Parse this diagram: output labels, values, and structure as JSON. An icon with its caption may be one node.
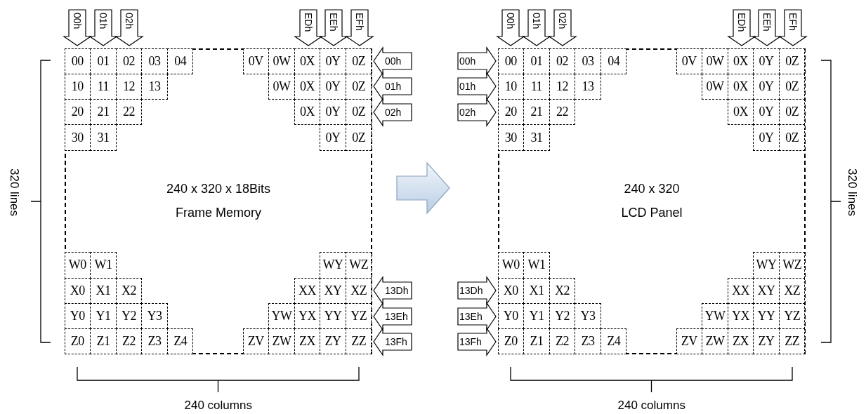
{
  "diagram": {
    "nodes": [
      {
        "text": [
          "00h"
        ]
      },
      {
        "text": [
          "01h"
        ]
      },
      {
        "text": [
          "02h"
        ]
      },
      {
        "text": [
          "EDh"
        ]
      },
      {
        "text": [
          "EEh"
        ]
      },
      {
        "text": [
          "EFh"
        ]
      },
      {
        "text": [
          "240 x 320 x 18Bits",
          "Frame Memory"
        ]
      },
      {
        "text": [
          "00"
        ],
        "in": 6
      },
      {
        "text": [
          "01"
        ],
        "in": 6
      },
      {
        "text": [
          "02"
        ],
        "in": 6
      },
      {
        "text": [
          "03"
        ],
        "in": 6
      },
      {
        "text": [
          "04"
        ],
        "in": 6
      },
      {
        "text": [
          "0V"
        ],
        "in": 6
      },
      {
        "text": [
          "0W"
        ],
        "in": 6
      },
      {
        "text": [
          "0X"
        ],
        "in": 6
      },
      {
        "text": [
          "0Y"
        ],
        "in": 6
      },
      {
        "text": [
          "0Z"
        ],
        "in": 6
      },
      {
        "text": [
          "10"
        ],
        "in": 6
      },
      {
        "text": [
          "11"
        ],
        "in": 6
      },
      {
        "text": [
          "12"
        ],
        "in": 6
      },
      {
        "text": [
          "13"
        ],
        "in": 6
      },
      {
        "text": [
          "0W"
        ],
        "in": 6
      },
      {
        "text": [
          "0X"
        ],
        "in": 6
      },
      {
        "text": [
          "0Y"
        ],
        "in": 6
      },
      {
        "text": [
          "0Z"
        ],
        "in": 6
      },
      {
        "text": [
          "20"
        ],
        "in": 6
      },
      {
        "text": [
          "21"
        ],
        "in": 6
      },
      {
        "text": [
          "22"
        ],
        "in": 6
      },
      {
        "text": [
          "0X"
        ],
        "in": 6
      },
      {
        "text": [
          "0Y"
        ],
        "in": 6
      },
      {
        "text": [
          "0Z"
        ],
        "in": 6
      },
      {
        "text": [
          "30"
        ],
        "in": 6
      },
      {
        "text": [
          "31"
        ],
        "in": 6
      },
      {
        "text": [
          "0Y"
        ],
        "in": 6
      },
      {
        "text": [
          "0Z"
        ],
        "in": 6
      },
      {
        "text": [
          "W0"
        ],
        "in": 6
      },
      {
        "text": [
          "W1"
        ],
        "in": 6
      },
      {
        "text": [
          "WY"
        ],
        "in": 6
      },
      {
        "text": [
          "WZ"
        ],
        "in": 6
      },
      {
        "text": [
          "X0"
        ],
        "in": 6
      },
      {
        "text": [
          "X1"
        ],
        "in": 6
      },
      {
        "text": [
          "X2"
        ],
        "in": 6
      },
      {
        "text": [
          "XX"
        ],
        "in": 6
      },
      {
        "text": [
          "XY"
        ],
        "in": 6
      },
      {
        "text": [
          "XZ"
        ],
        "in": 6
      },
      {
        "text": [
          "Y0"
        ],
        "in": 6
      },
      {
        "text": [
          "Y1"
        ],
        "in": 6
      },
      {
        "text": [
          "Y2"
        ],
        "in": 6
      },
      {
        "text": [
          "Y3"
        ],
        "in": 6
      },
      {
        "text": [
          "YW"
        ],
        "in": 6
      },
      {
        "text": [
          "YX"
        ],
        "in": 6
      },
      {
        "text": [
          "YY"
        ],
        "in": 6
      },
      {
        "text": [
          "YZ"
        ],
        "in": 6
      },
      {
        "text": [
          "Z0"
        ],
        "in": 6
      },
      {
        "text": [
          "Z1"
        ],
        "in": 6
      },
      {
        "text": [
          "Z2"
        ],
        "in": 6
      },
      {
        "text": [
          "Z3"
        ],
        "in": 6
      },
      {
        "text": [
          "Z4"
        ],
        "in": 6
      },
      {
        "text": [
          "ZV"
        ],
        "in": 6
      },
      {
        "text": [
          "ZW"
        ],
        "in": 6
      },
      {
        "text": [
          "ZX"
        ],
        "in": 6
      },
      {
        "text": [
          "ZY"
        ],
        "in": 6
      },
      {
        "text": [
          "ZZ"
        ],
        "in": 6
      },
      {
        "text": [
          "00h"
        ]
      },
      {
        "text": [
          "01h"
        ]
      },
      {
        "text": [
          "02h"
        ]
      },
      {
        "text": [
          "13Dh"
        ]
      },
      {
        "text": [
          "13Eh"
        ]
      },
      {
        "text": [
          "13Fh"
        ]
      },
      {
        "text": [
          "00h"
        ]
      },
      {
        "text": [
          "01h"
        ]
      },
      {
        "text": [
          "02h"
        ]
      },
      {
        "text": [
          "EDh"
        ]
      },
      {
        "text": [
          "EEh"
        ]
      },
      {
        "text": [
          "EFh"
        ]
      },
      {
        "text": [
          "240 x 320",
          "LCD Panel"
        ]
      },
      {
        "text": [
          "00"
        ],
        "in": 75
      },
      {
        "text": [
          "01"
        ],
        "in": 75
      },
      {
        "text": [
          "02"
        ],
        "in": 75
      },
      {
        "text": [
          "03"
        ],
        "in": 75
      },
      {
        "text": [
          "04"
        ],
        "in": 75
      },
      {
        "text": [
          "0V"
        ],
        "in": 75
      },
      {
        "text": [
          "0W"
        ],
        "in": 75
      },
      {
        "text": [
          "0X"
        ],
        "in": 75
      },
      {
        "text": [
          "0Y"
        ],
        "in": 75
      },
      {
        "text": [
          "0Z"
        ],
        "in": 75
      },
      {
        "text": [
          "10"
        ],
        "in": 75
      },
      {
        "text": [
          "11"
        ],
        "in": 75
      },
      {
        "text": [
          "12"
        ],
        "in": 75
      },
      {
        "text": [
          "13"
        ],
        "in": 75
      },
      {
        "text": [
          "0W"
        ],
        "in": 75
      },
      {
        "text": [
          "0X"
        ],
        "in": 75
      },
      {
        "text": [
          "0Y"
        ],
        "in": 75
      },
      {
        "text": [
          "0Z"
        ],
        "in": 75
      },
      {
        "text": [
          "20"
        ],
        "in": 75
      },
      {
        "text": [
          "21"
        ],
        "in": 75
      },
      {
        "text": [
          "22"
        ],
        "in": 75
      },
      {
        "text": [
          "0X"
        ],
        "in": 75
      },
      {
        "text": [
          "0Y"
        ],
        "in": 75
      },
      {
        "text": [
          "0Z"
        ],
        "in": 75
      },
      {
        "text": [
          "30"
        ],
        "in": 75
      },
      {
        "text": [
          "31"
        ],
        "in": 75
      },
      {
        "text": [
          "0Y"
        ],
        "in": 75
      },
      {
        "text": [
          "0Z"
        ],
        "in": 75
      },
      {
        "text": [
          "W0"
        ],
        "in": 75
      },
      {
        "text": [
          "W1"
        ],
        "in": 75
      },
      {
        "text": [
          "WY"
        ],
        "in": 75
      },
      {
        "text": [
          "WZ"
        ],
        "in": 75
      },
      {
        "text": [
          "X0"
        ],
        "in": 75
      },
      {
        "text": [
          "X1"
        ],
        "in": 75
      },
      {
        "text": [
          "X2"
        ],
        "in": 75
      },
      {
        "text": [
          "XX"
        ],
        "in": 75
      },
      {
        "text": [
          "XY"
        ],
        "in": 75
      },
      {
        "text": [
          "XZ"
        ],
        "in": 75
      },
      {
        "text": [
          "Y0"
        ],
        "in": 75
      },
      {
        "text": [
          "Y1"
        ],
        "in": 75
      },
      {
        "text": [
          "Y2"
        ],
        "in": 75
      },
      {
        "text": [
          "Y3"
        ],
        "in": 75
      },
      {
        "text": [
          "YW"
        ],
        "in": 75
      },
      {
        "text": [
          "YX"
        ],
        "in": 75
      },
      {
        "text": [
          "YY"
        ],
        "in": 75
      },
      {
        "text": [
          "YZ"
        ],
        "in": 75
      },
      {
        "text": [
          "Z0"
        ],
        "in": 75
      },
      {
        "text": [
          "Z1"
        ],
        "in": 75
      },
      {
        "text": [
          "Z2"
        ],
        "in": 75
      },
      {
        "text": [
          "Z3"
        ],
        "in": 75
      },
      {
        "text": [
          "Z4"
        ],
        "in": 75
      },
      {
        "text": [
          "ZV"
        ],
        "in": 75
      },
      {
        "text": [
          "ZW"
        ],
        "in": 75
      },
      {
        "text": [
          "ZX"
        ],
        "in": 75
      },
      {
        "text": [
          "ZY"
        ],
        "in": 75
      },
      {
        "text": [
          "ZZ"
        ],
        "in": 75
      },
      {
        "text": [
          "00h"
        ]
      },
      {
        "text": [
          "01h"
        ]
      },
      {
        "text": [
          "02h"
        ]
      },
      {
        "text": [
          "13Dh"
        ]
      },
      {
        "text": [
          "13Eh"
        ]
      },
      {
        "text": [
          "13Fh"
        ]
      }
    ],
    "edges": [
      {
        "from": 6,
        "to": 75,
        "arrow": "to"
      }
    ],
    "labels": [
      "320 lines",
      "240 columns",
      "240 columns",
      "320 lines"
    ]
  }
}
